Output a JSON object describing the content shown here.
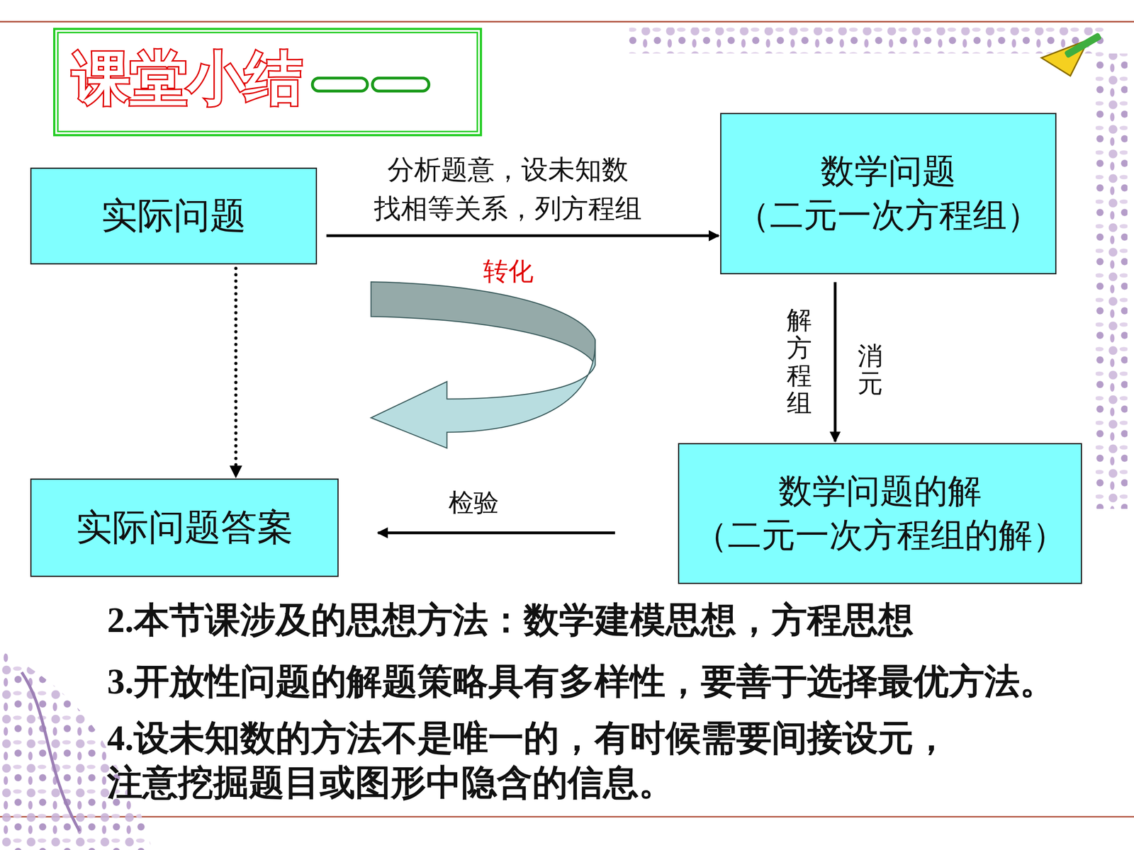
{
  "diagram": {
    "title": "课堂小结",
    "nodes": [
      {
        "text": [
          "实际问题"
        ]
      },
      {
        "text": [
          "数学问题",
          "（二元一次方程组）"
        ]
      },
      {
        "text": [
          "数学问题的解",
          "（二元一次方程组的解）"
        ]
      },
      {
        "text": [
          "实际问题答案"
        ]
      }
    ],
    "edges": [
      {
        "from": 0,
        "to": 1,
        "arrow": "to",
        "label": "分析题意，设未知数 找相等关系，列方程组"
      },
      {
        "from": 1,
        "to": 2,
        "arrow": "to",
        "label": "解方程组"
      },
      {
        "from": 2,
        "to": 3,
        "arrow": "to",
        "label": "检验"
      },
      {
        "from": 0,
        "to": 3,
        "arrow": "to"
      }
    ],
    "labels": [
      "转化",
      "消元",
      "2.本节课涉及的思想方法：数学建模思想，方程思想",
      "3.开放性问题的解题策略具有多样性，要善于选择最优方法。",
      "4.设未知数的方法不是唯一的，有时候需要间接设元， 注意挖掘题目或图形中隐含的信息。"
    ]
  }
}
